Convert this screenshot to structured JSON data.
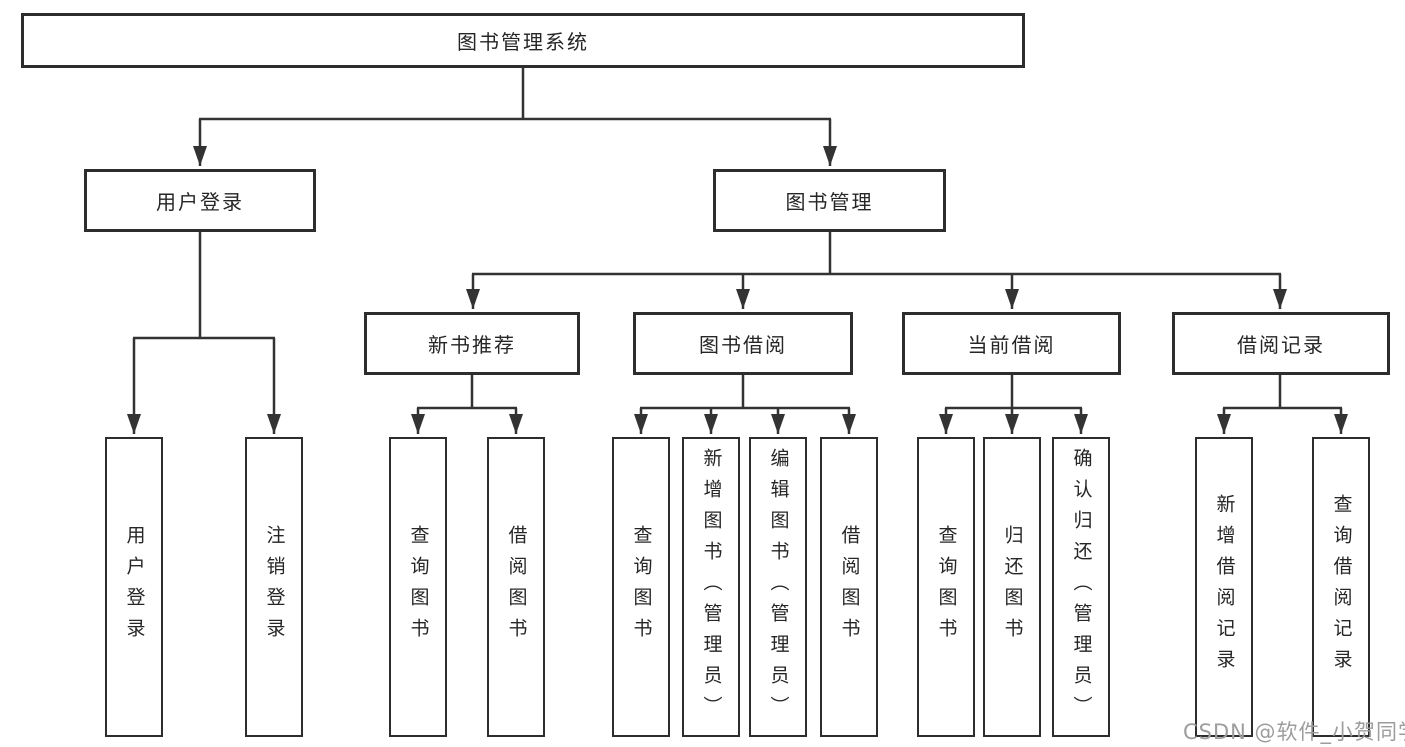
{
  "diagram": {
    "root": {
      "label": "图书管理系统"
    },
    "level2": [
      {
        "label": "用户登录"
      },
      {
        "label": "图书管理"
      }
    ],
    "level3": [
      {
        "label": "新书推荐"
      },
      {
        "label": "图书借阅"
      },
      {
        "label": "当前借阅"
      },
      {
        "label": "借阅记录"
      }
    ],
    "leaves": {
      "user_login": [
        "用户登录",
        "注销登录"
      ],
      "new_book": [
        "查询图书",
        "借阅图书"
      ],
      "borrow": [
        "查询图书",
        "新增图书（管理员）",
        "编辑图书（管理员）",
        "借阅图书"
      ],
      "current": [
        "查询图书",
        "归还图书",
        "确认归还（管理员）"
      ],
      "records": [
        "新增借阅记录",
        "查询借阅记录"
      ]
    }
  },
  "watermark": {
    "text": "CSDN @软件_小贺同学"
  },
  "colors": {
    "line": "#333333",
    "box_border": "#2d2d2d",
    "text": "#262626",
    "watermark": "#9d9d9d",
    "background": "#ffffff"
  }
}
